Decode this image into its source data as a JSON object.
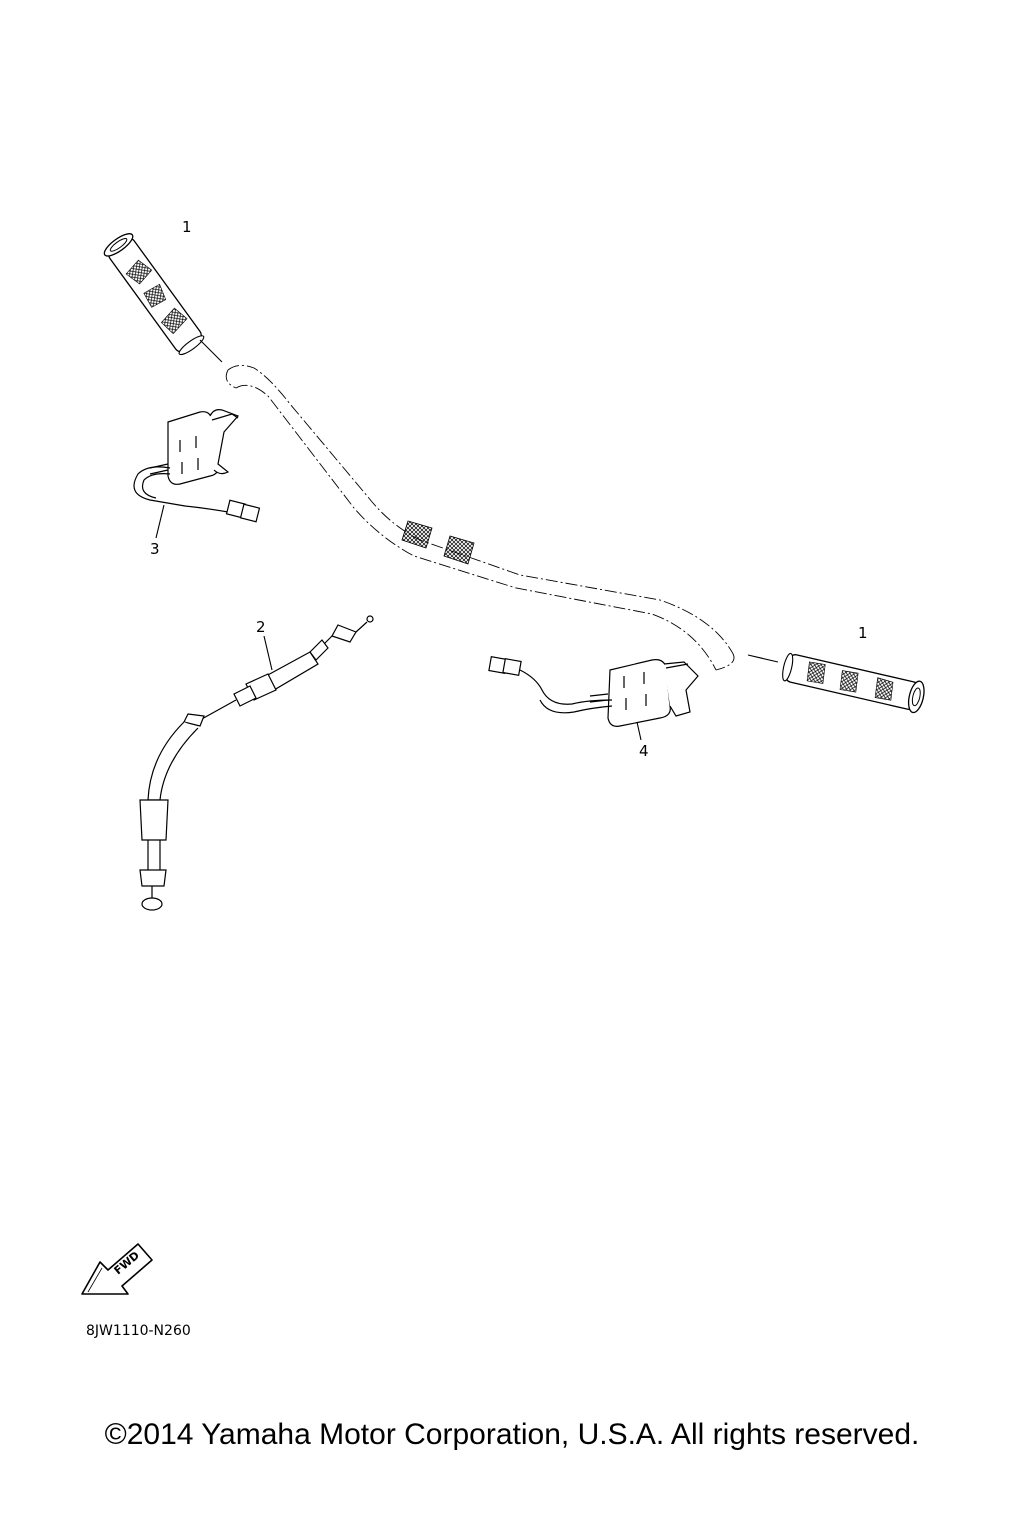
{
  "callouts": {
    "grip_left": "1",
    "grip_right": "1",
    "cable": "2",
    "heater_left": "3",
    "heater_right": "4"
  },
  "fwd_label": "FWD",
  "diagram_code": "8JW1110-N260",
  "copyright": "©2014 Yamaha Motor Corporation, U.S.A. All rights reserved."
}
